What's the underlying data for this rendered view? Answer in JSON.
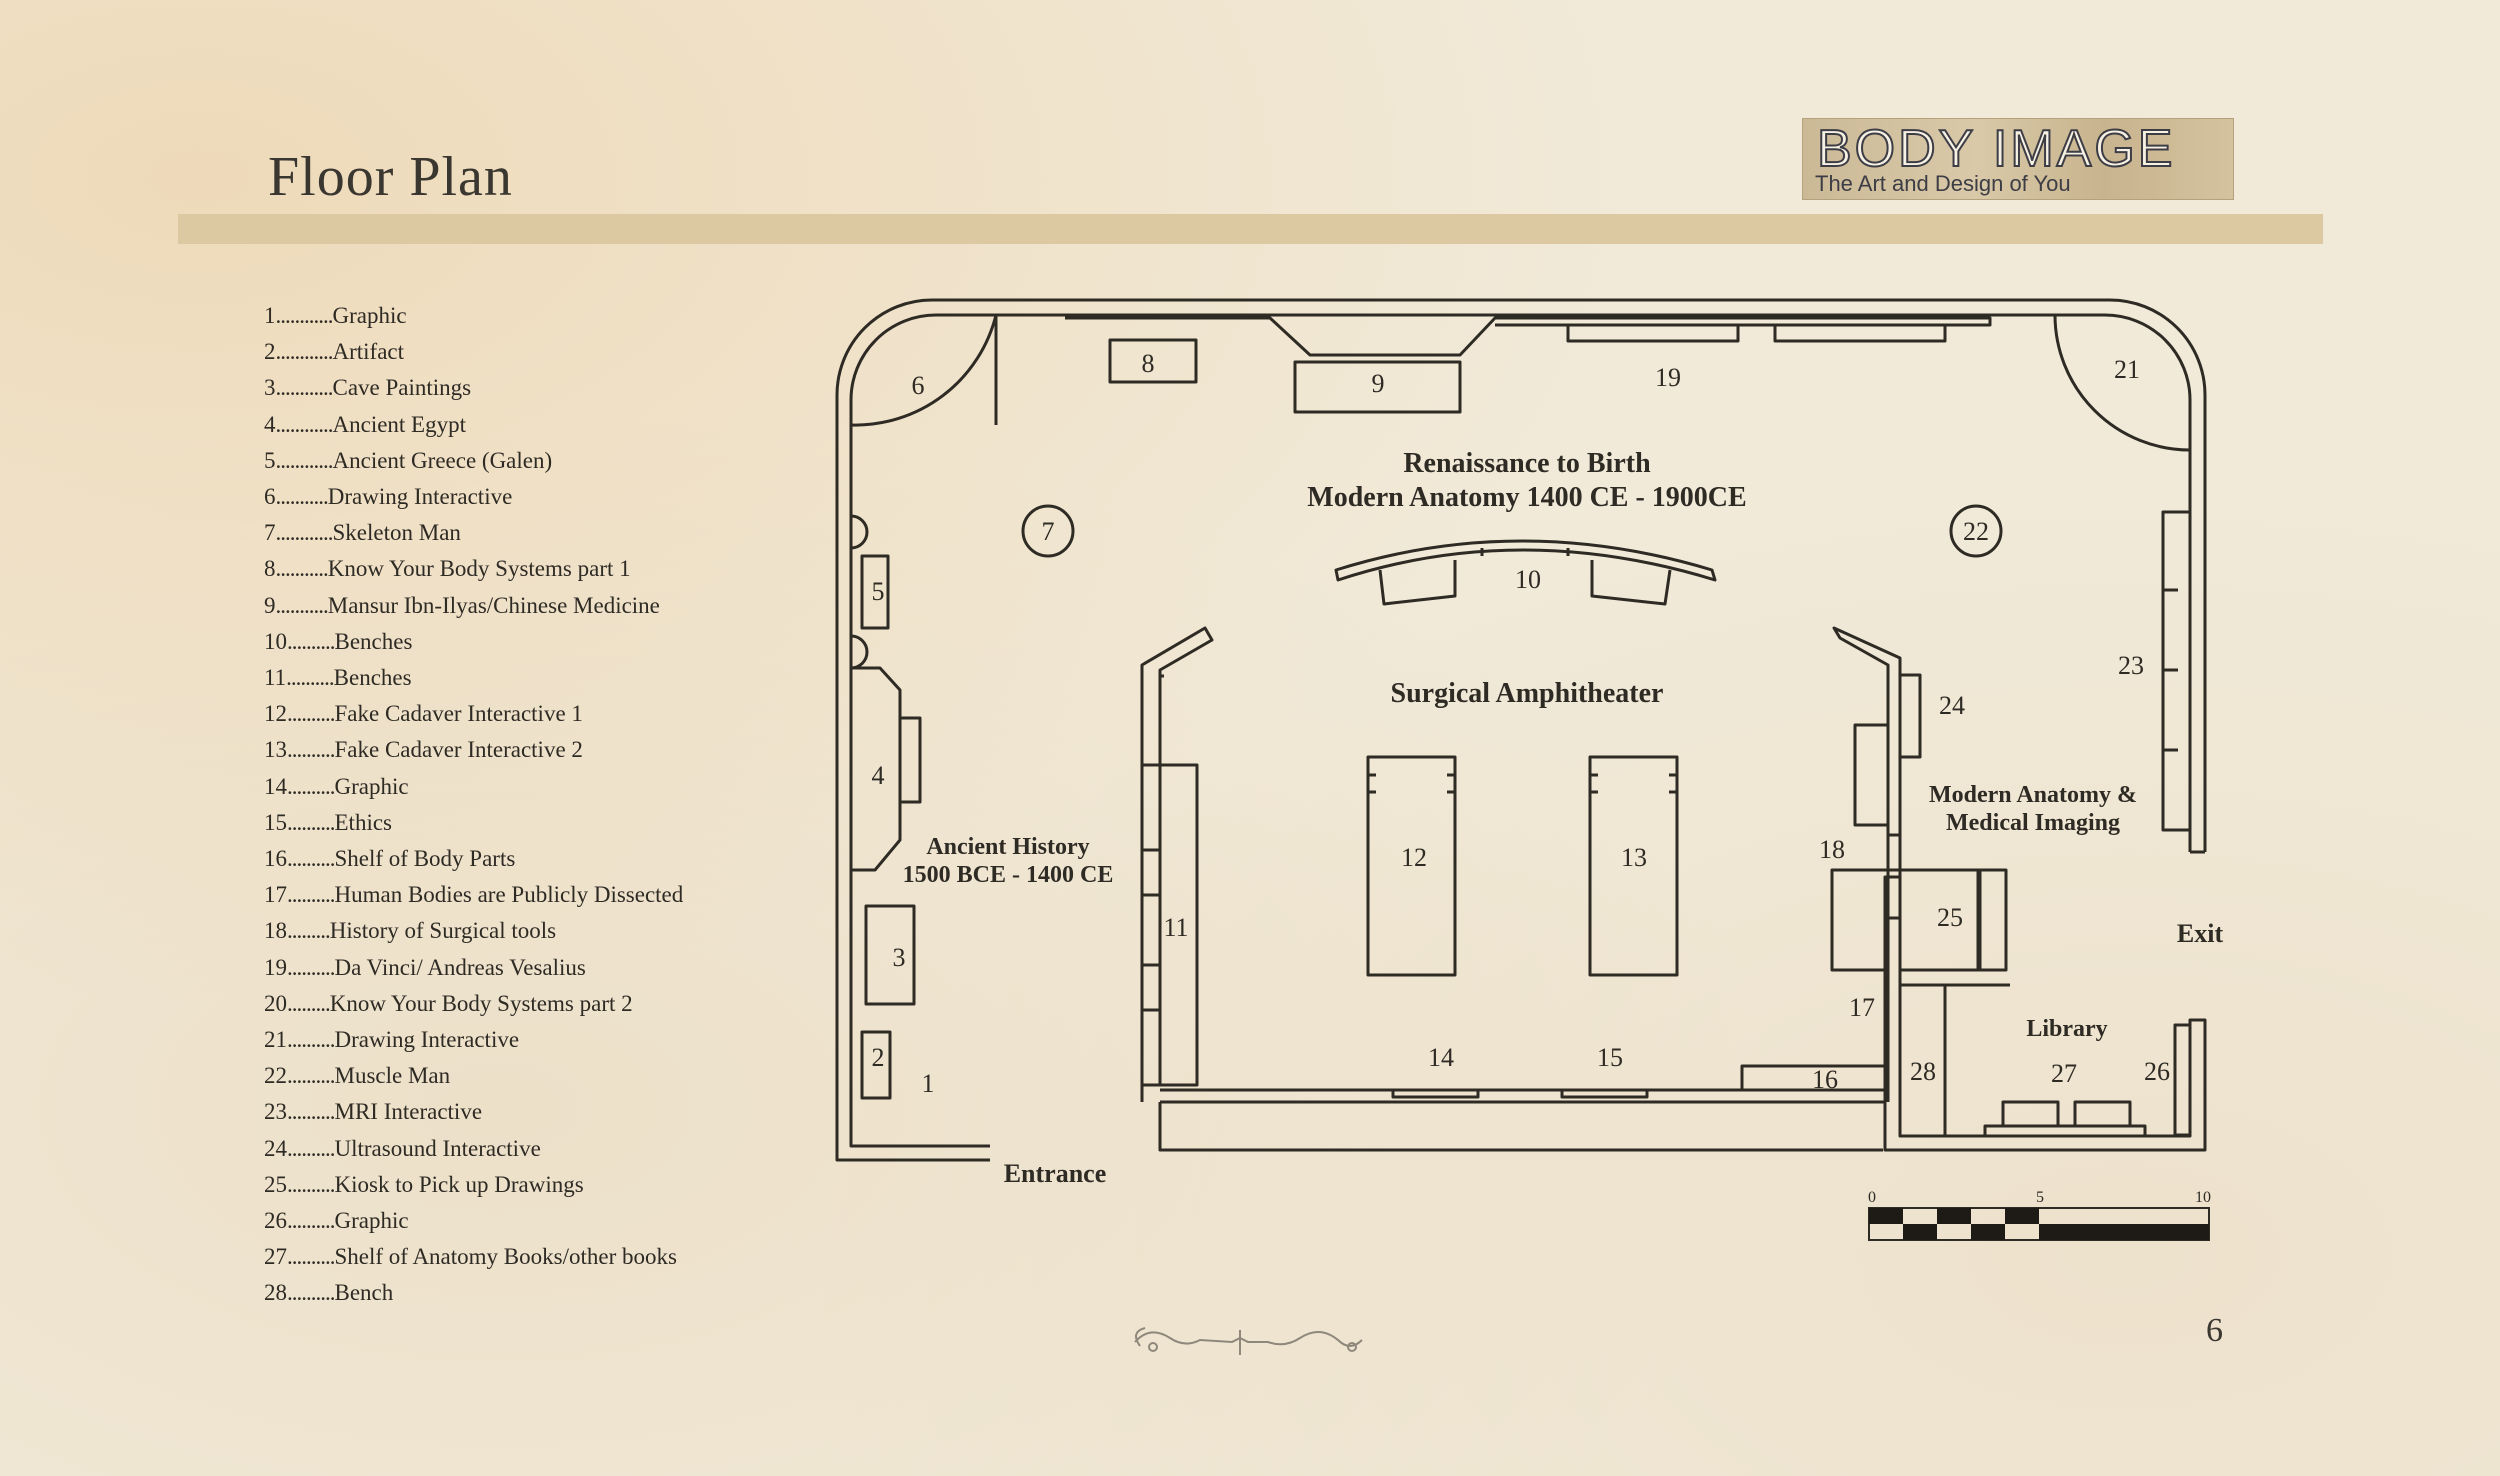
{
  "header": {
    "page_title": "Floor Plan",
    "logo_title": "BODY IMAGE",
    "logo_subtitle": "The Art and Design of You"
  },
  "legend": {
    "items": [
      {
        "num": "1",
        "dots": "............",
        "label": "Graphic"
      },
      {
        "num": "2",
        "dots": "............",
        "label": "Artifact"
      },
      {
        "num": "3",
        "dots": "............",
        "label": "Cave Paintings"
      },
      {
        "num": "4",
        "dots": "............",
        "label": "Ancient Egypt"
      },
      {
        "num": "5",
        "dots": "............",
        "label": "Ancient Greece (Galen)"
      },
      {
        "num": "6",
        "dots": "...........",
        "label": "Drawing Interactive"
      },
      {
        "num": "7",
        "dots": "............",
        "label": "Skeleton Man"
      },
      {
        "num": "8",
        "dots": "...........",
        "label": "Know Your Body Systems part 1"
      },
      {
        "num": "9",
        "dots": "...........",
        "label": "Mansur Ibn-Ilyas/Chinese Medicine"
      },
      {
        "num": "10",
        "dots": "..........",
        "label": "Benches"
      },
      {
        "num": "11",
        "dots": "..........",
        "label": "Benches"
      },
      {
        "num": "12",
        "dots": "..........",
        "label": "Fake Cadaver Interactive 1"
      },
      {
        "num": "13",
        "dots": "..........",
        "label": "Fake Cadaver Interactive 2"
      },
      {
        "num": "14",
        "dots": "..........",
        "label": "Graphic"
      },
      {
        "num": "15",
        "dots": "..........",
        "label": "Ethics"
      },
      {
        "num": "16",
        "dots": "..........",
        "label": "Shelf of Body Parts"
      },
      {
        "num": "17",
        "dots": "..........",
        "label": "Human Bodies are Publicly Dissected"
      },
      {
        "num": "18",
        "dots": ".........",
        "label": "History of Surgical tools"
      },
      {
        "num": "19",
        "dots": "..........",
        "label": "Da Vinci/ Andreas Vesalius"
      },
      {
        "num": "20",
        "dots": ".........",
        "label": "Know Your Body Systems part 2"
      },
      {
        "num": "21",
        "dots": "..........",
        "label": "Drawing Interactive"
      },
      {
        "num": "22",
        "dots": "..........",
        "label": "Muscle Man"
      },
      {
        "num": "23",
        "dots": "..........",
        "label": "MRI Interactive"
      },
      {
        "num": "24",
        "dots": "..........",
        "label": "Ultrasound Interactive"
      },
      {
        "num": "25",
        "dots": "..........",
        "label": "Kiosk to Pick up Drawings"
      },
      {
        "num": "26",
        "dots": "..........",
        "label": "Graphic"
      },
      {
        "num": "27",
        "dots": "..........",
        "label": "Shelf of Anatomy Books/other books"
      },
      {
        "num": "28",
        "dots": "..........",
        "label": "Bench"
      }
    ]
  },
  "plan": {
    "zones": {
      "renaissance_line1": "Renaissance to Birth",
      "renaissance_line2": "Modern Anatomy 1400 CE - 1900CE",
      "surgical": "Surgical Amphitheater",
      "ancient_line1": "Ancient History",
      "ancient_line2": "1500 BCE - 1400 CE",
      "modern_line1": "Modern Anatomy &",
      "modern_line2": "Medical Imaging",
      "library": "Library",
      "entrance": "Entrance",
      "exit": "Exit"
    },
    "markers": {
      "m1": "1",
      "m2": "2",
      "m3": "3",
      "m4": "4",
      "m5": "5",
      "m6": "6",
      "m7": "7",
      "m8": "8",
      "m9": "9",
      "m10": "10",
      "m11": "11",
      "m12": "12",
      "m13": "13",
      "m14": "14",
      "m15": "15",
      "m16": "16",
      "m17": "17",
      "m18": "18",
      "m19": "19",
      "m21": "21",
      "m22": "22",
      "m23": "23",
      "m24": "24",
      "m25": "25",
      "m26": "26",
      "m27": "27",
      "m28": "28"
    },
    "scale": {
      "min": "0",
      "mid": "5",
      "max": "10"
    }
  },
  "footer": {
    "page_number": "6"
  }
}
